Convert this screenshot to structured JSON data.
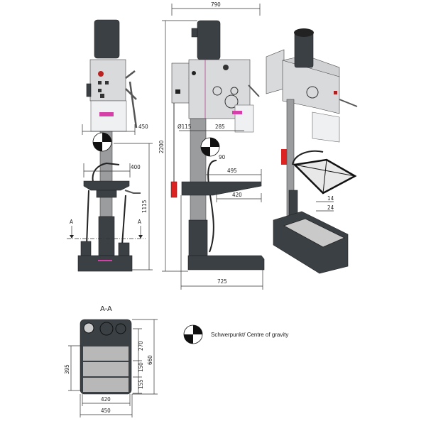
{
  "front_view": {
    "dim_head_width": "450",
    "dim_table_width": "400",
    "dim_cog_height": "1115",
    "section_marker_left": "A",
    "section_marker_right": "A"
  },
  "side_view": {
    "dim_overall_width": "790",
    "dim_overall_height": "2200",
    "dim_column_diameter": "Ø115",
    "dim_spindle_reach": "285",
    "dim_cog_offset": "90",
    "dim_table_reach": "495",
    "dim_table_arm": "420",
    "dim_base_length": "725"
  },
  "iso_view": {
    "dim_slot_1": "14",
    "dim_slot_2": "24"
  },
  "section_view": {
    "title": "A-A",
    "dim_top": "270",
    "dim_mid": "150",
    "dim_bottom": "155",
    "dim_total_depth": "660",
    "dim_slot_span": "395",
    "dim_inner_width": "420",
    "dim_outer_width": "450"
  },
  "legend": {
    "symbol": "centre-of-gravity-icon",
    "label": "Schwerpunkt/ Centre of gravity"
  },
  "colors": {
    "accent": "#d43fa8",
    "machine_dark": "#3a4044",
    "machine_light": "#d9dadb"
  }
}
